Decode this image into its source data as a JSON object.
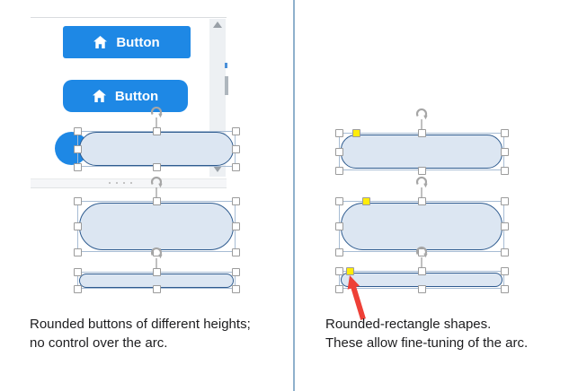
{
  "colors": {
    "accent_blue": "#1e88e5",
    "button_text": "#ffffff",
    "shape_fill": "#dce6f2",
    "shape_stroke": "#2e5b8f",
    "selection_line": "#a7bcd4",
    "handle_fill": "#ffffff",
    "handle_border": "#9b9b9b",
    "adjust_yellow": "#ffec0a",
    "rotate_icon": "#a6a6a6",
    "divider": "#8fb0cc",
    "arrow_red": "#ee4037",
    "caption_text": "#1d1d1f",
    "panel_border": "#d9dcdf",
    "splitter_bg": "#f5f6f8",
    "grip_dot": "#b3b3b3",
    "scroll_track": "#edf0f3",
    "scroll_arrow": "#99a0a7",
    "sliver_blue": "#4a90d9",
    "sliver_gray": "#aeb6bd"
  },
  "left_panel": {
    "buttons": [
      {
        "label": "Button",
        "icon": "home-icon"
      },
      {
        "label": "Button",
        "icon": "home-icon"
      }
    ],
    "scrollbar": {
      "up_icon": "triangle-up-icon",
      "down_icon": "triangle-down-icon"
    },
    "resize_grip_icon": "four-dots-grip-icon",
    "caption": {
      "line1": "Rounded buttons of different heights;",
      "line2": "no control over the arc."
    }
  },
  "right_panel": {
    "annotation_icon": "red-arrow-icon",
    "caption": {
      "line1": "Rounded-rectangle shapes.",
      "line2": "These allow fine-tuning of the arc."
    }
  }
}
